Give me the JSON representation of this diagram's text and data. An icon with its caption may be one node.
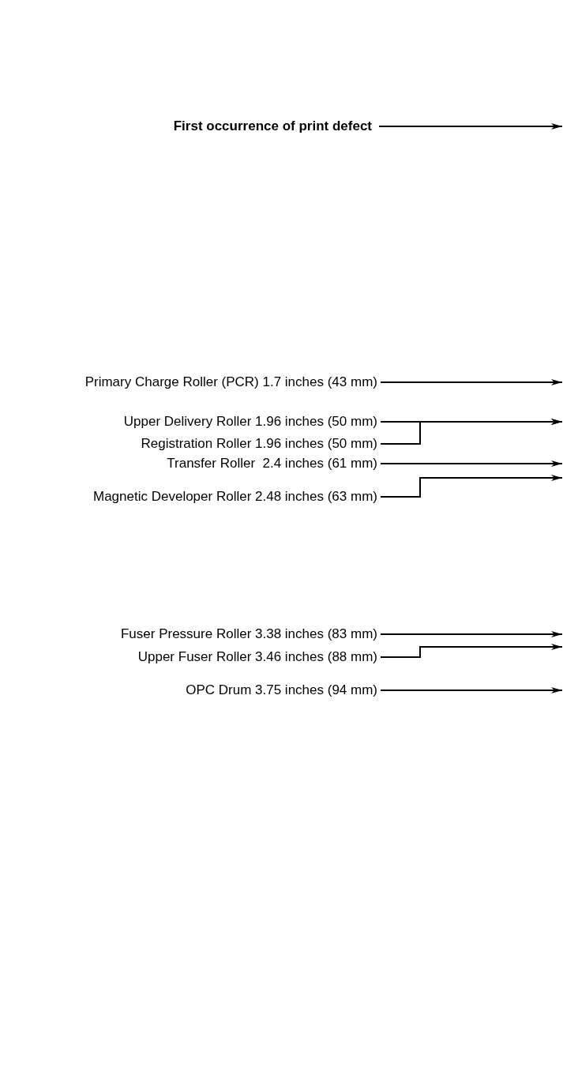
{
  "diagram": {
    "nodes": [
      {
        "text": [
          "First occurrence of print defect"
        ]
      },
      {
        "text": [
          "Primary Charge Roller (PCR) 1.7 inches (43 mm)"
        ]
      },
      {
        "text": [
          "Upper Delivery Roller 1.96 inches (50 mm)"
        ]
      },
      {
        "text": [
          "Registration Roller 1.96 inches (50 mm)"
        ]
      },
      {
        "text": [
          "Transfer Roller  2.4 inches (61 mm)"
        ]
      },
      {
        "text": [
          "Magnetic Developer Roller 2.48 inches (63 mm)"
        ]
      },
      {
        "text": [
          "Fuser Pressure Roller 3.38 inches (83 mm)"
        ]
      },
      {
        "text": [
          "Upper Fuser Roller 3.46 inches (88 mm)"
        ]
      },
      {
        "text": [
          "OPC Drum 3.75 inches (94 mm)"
        ]
      }
    ],
    "edges": [
      {
        "from": 0,
        "to": null,
        "arrow": "to"
      },
      {
        "from": 1,
        "to": null,
        "arrow": "to"
      },
      {
        "from": 2,
        "to": null,
        "arrow": "to"
      },
      {
        "from": 3,
        "to": null,
        "arrow": "to"
      },
      {
        "from": 4,
        "to": null,
        "arrow": "to"
      },
      {
        "from": 5,
        "to": null,
        "arrow": "to"
      },
      {
        "from": 6,
        "to": null,
        "arrow": "to"
      },
      {
        "from": 7,
        "to": null,
        "arrow": "to"
      },
      {
        "from": 8,
        "to": null,
        "arrow": "to"
      }
    ]
  }
}
